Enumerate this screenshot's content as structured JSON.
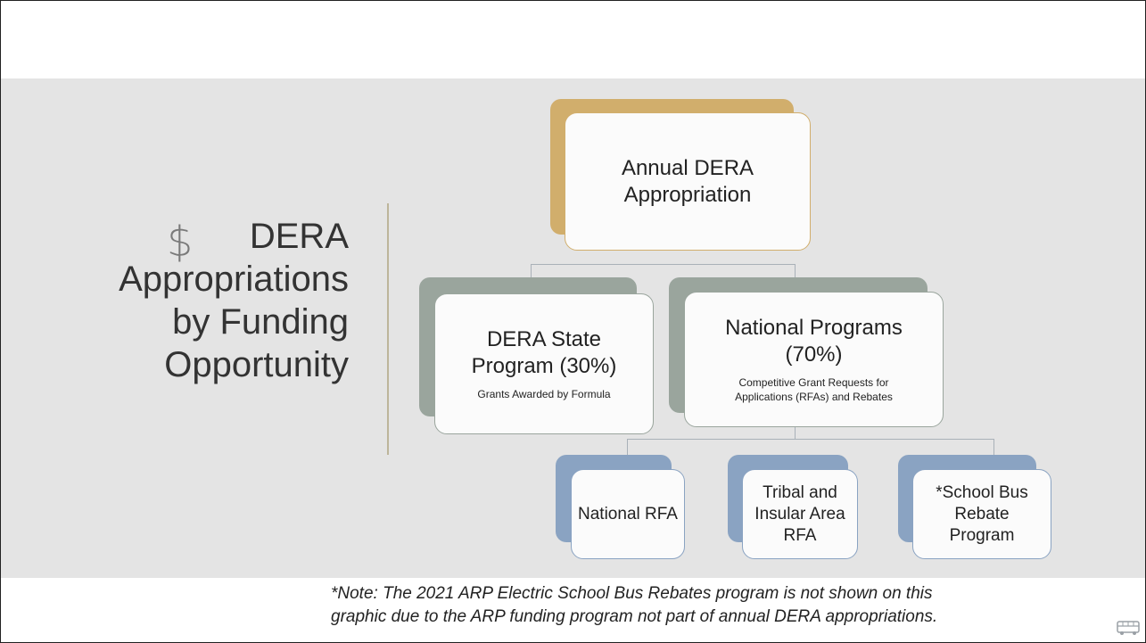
{
  "slide": {
    "title_symbol": "$",
    "title_lines": [
      "DERA",
      "Appropriations",
      "by Funding",
      "Opportunity"
    ]
  },
  "diagram": {
    "root": {
      "label_line1": "Annual DERA",
      "label_line2": "Appropriation"
    },
    "state_program": {
      "label_line1": "DERA State",
      "label_line2": "Program (30%)",
      "sub": "Grants Awarded by Formula"
    },
    "national_programs": {
      "label_line1": "National Programs",
      "label_line2": "(70%)",
      "sub_line1": "Competitive Grant Requests for",
      "sub_line2": "Applications (RFAs) and Rebates"
    },
    "children": [
      {
        "lines": [
          "National RFA"
        ]
      },
      {
        "lines": [
          "Tribal and",
          "Insular Area",
          "RFA"
        ]
      },
      {
        "lines": [
          "*School Bus",
          "Rebate",
          "Program"
        ]
      }
    ]
  },
  "note": {
    "line1": "*Note: The 2021 ARP Electric School Bus Rebates program is not shown on this",
    "line2": "graphic due to the ARP funding program not part of annual DERA appropriations."
  },
  "colors": {
    "root_accent": "#d1ae6c",
    "level2_accent": "#9aa59d",
    "level3_accent": "#8aa3c2",
    "band": "#e4e4e4"
  },
  "icons": {
    "corner": "bus-icon"
  }
}
